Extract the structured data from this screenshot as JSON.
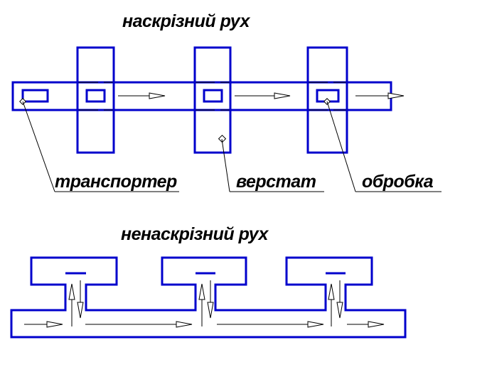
{
  "diagram": {
    "top_title": "наскрізний рух",
    "bottom_title": "ненаскрізний рух",
    "labels": {
      "conveyor": "транспортер",
      "machine": "верстат",
      "processing": "обробка"
    },
    "colors": {
      "outline": "#0000cc",
      "lines": "#000000",
      "background": "#ffffff"
    }
  }
}
